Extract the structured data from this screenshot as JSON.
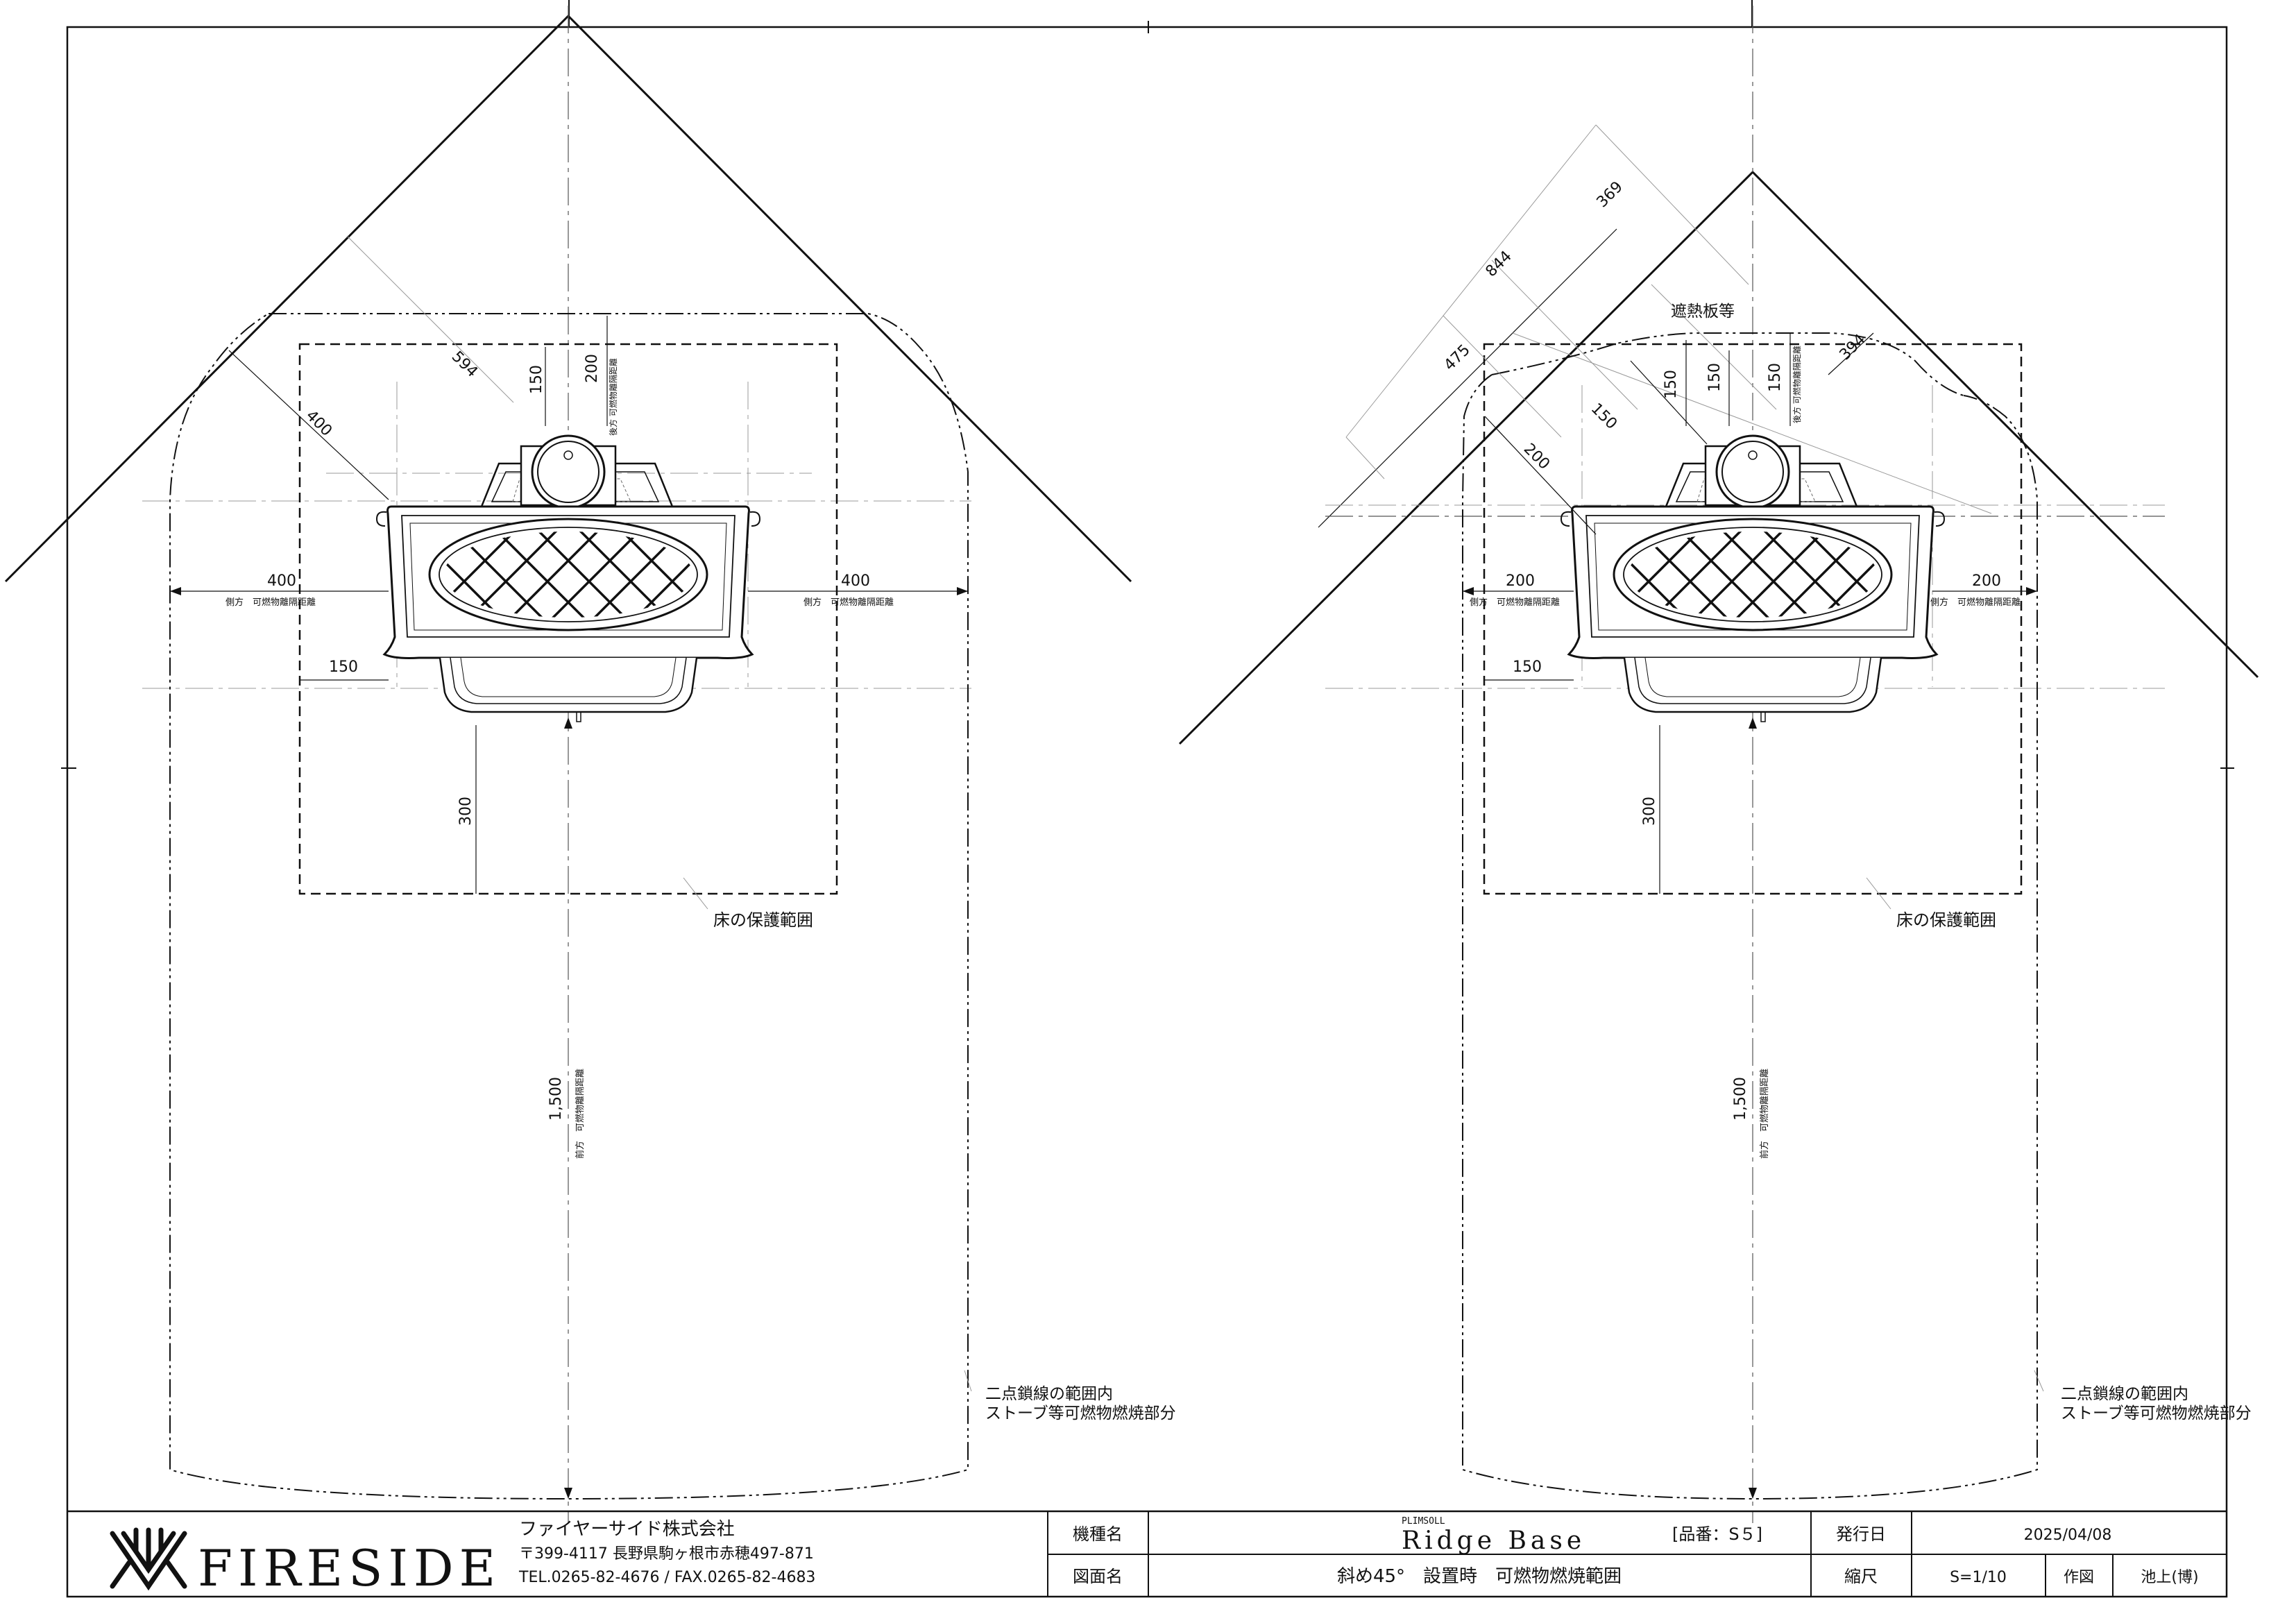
{
  "left_view": {
    "dims": {
      "d594": "594",
      "d400_diag": "400",
      "d150_rear": "150",
      "d200_rear": "200",
      "rear_note": "後方 可燃物離隔距離",
      "d400_left": "400",
      "d400_right": "400",
      "side_note_left": "側方　可燃物離隔距離",
      "side_note_right": "側方　可燃物離隔距離",
      "d150_side": "150",
      "d300": "300",
      "d1500": "1,500",
      "front_note": "前方　可燃物離隔距離"
    },
    "labels": {
      "floor_protection": "床の保護範囲",
      "chain_line_1": "二点鎖線の範囲内",
      "chain_line_2": "ストーブ等可燃物燃焼部分"
    }
  },
  "right_view": {
    "dims": {
      "d844": "844",
      "d369": "369",
      "d475": "475",
      "d394": "394",
      "d200_diag": "200",
      "d150_diag": "150",
      "d150_a": "150",
      "d150_b": "150",
      "d150_c": "150",
      "rear_note": "後方 可燃物離隔距離",
      "d200_left": "200",
      "d200_right": "200",
      "side_note_left": "側方　可燃物離隔距離",
      "side_note_right": "側方　可燃物離隔距離",
      "d150_side": "150",
      "d300": "300",
      "d1500": "1,500",
      "front_note": "前方　可燃物離隔距離"
    },
    "labels": {
      "heat_shield": "遮熱板等",
      "floor_protection": "床の保護範囲",
      "chain_line_1": "二点鎖線の範囲内",
      "chain_line_2": "ストーブ等可燃物燃焼部分"
    }
  },
  "title_block": {
    "brand": "FIRESIDE",
    "company": "ファイヤーサイド株式会社",
    "address": "〒399-4117 長野県駒ヶ根市赤穂497-871",
    "contact": "TEL.0265-82-4676 / FAX.0265-82-4683",
    "model_label": "機種名",
    "model_brand": "PLIMSOLL",
    "model_name": "Ridge Base",
    "part_no": "[品番：S５]",
    "issue_label": "発行日",
    "issue_date": "2025/04/08",
    "drawing_label": "図面名",
    "drawing_name": "斜め45°　設置時　可燃物燃焼範囲",
    "scale_label": "縮尺",
    "scale_value": "S=1/10",
    "drafter_label": "作図",
    "drafter": "池上(博)"
  },
  "colors": {
    "line": "#111111",
    "light": "#999999"
  }
}
